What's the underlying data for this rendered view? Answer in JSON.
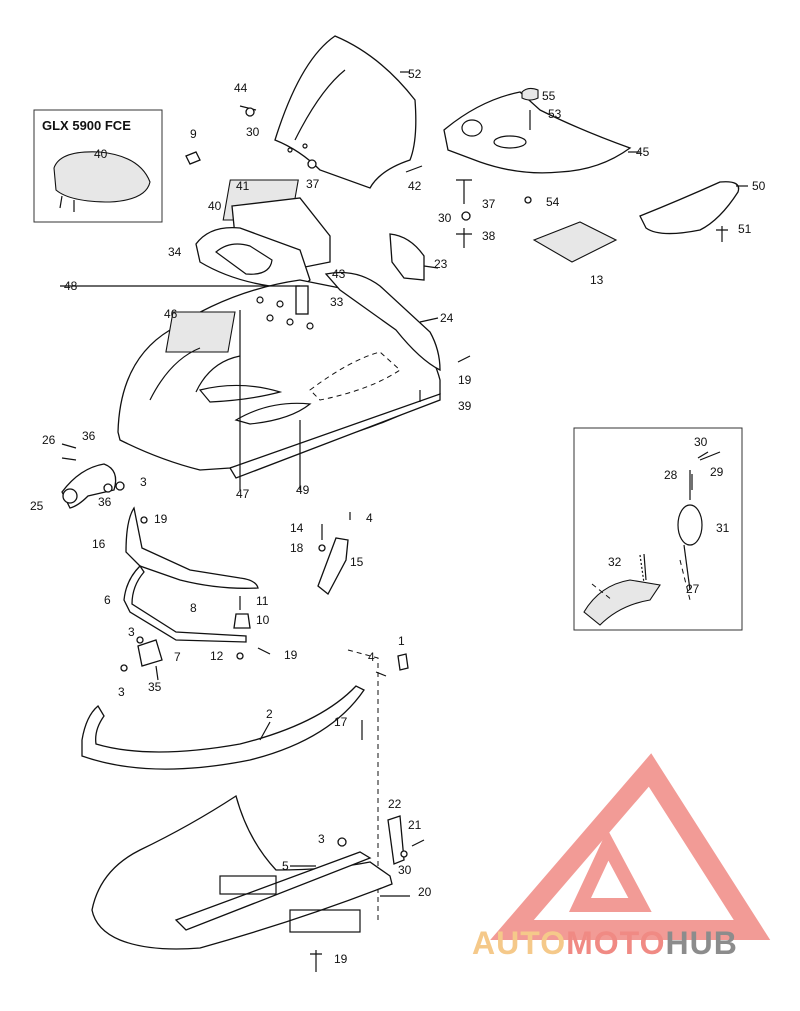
{
  "inset_title": "GLX 5900 FCE",
  "brand": {
    "part1": "AUTO",
    "part2": "MOTO",
    "part3": "HUB",
    "color1": "#f5c98a",
    "color2": "#f08a84",
    "color3": "#8c8c8c"
  },
  "callouts": [
    "52",
    "44",
    "30",
    "9",
    "37",
    "42",
    "41",
    "40",
    "34",
    "48",
    "43",
    "33",
    "46",
    "55",
    "53",
    "45",
    "37",
    "30",
    "54",
    "38",
    "50",
    "51",
    "23",
    "13",
    "24",
    "19",
    "39",
    "26",
    "36",
    "3",
    "36",
    "25",
    "47",
    "49",
    "19",
    "14",
    "4",
    "18",
    "15",
    "16",
    "6",
    "8",
    "11",
    "10",
    "3",
    "7",
    "12",
    "19",
    "3",
    "35",
    "4",
    "1",
    "2",
    "17",
    "22",
    "3",
    "21",
    "30",
    "5",
    "20",
    "19",
    "30",
    "29",
    "28",
    "31",
    "32",
    "27",
    "40"
  ]
}
